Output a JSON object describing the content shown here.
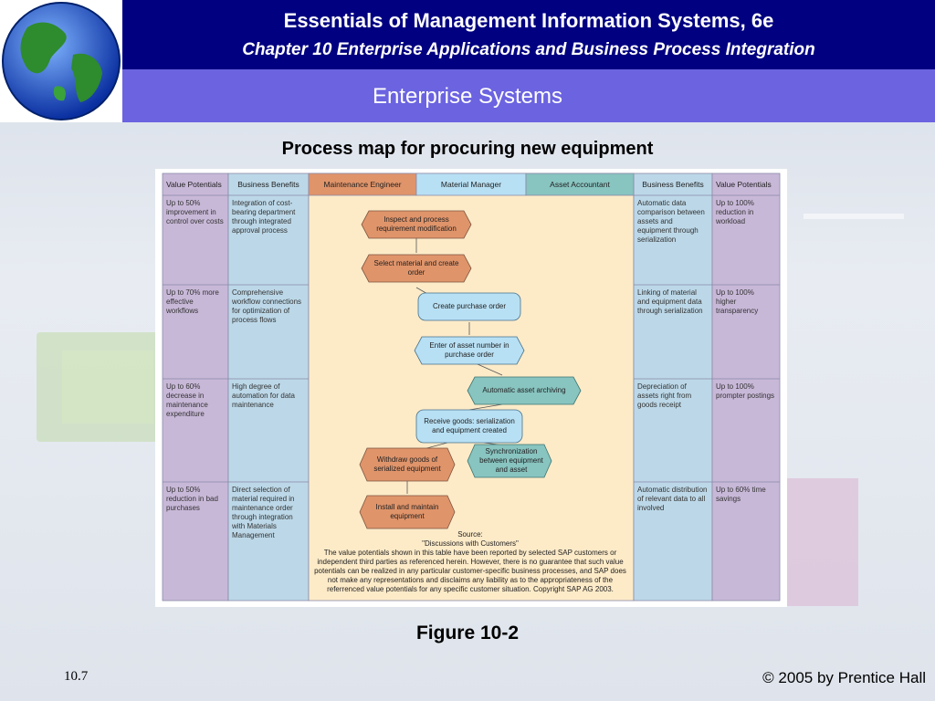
{
  "header": {
    "title": "Essentials of Management Information Systems, 6e",
    "subtitle": "Chapter 10 Enterprise Applications and Business Process Integration",
    "section": "Enterprise Systems"
  },
  "figure": {
    "heading": "Process map for procuring new equipment",
    "caption": "Figure 10-2",
    "columns": {
      "left_value": "Value Potentials",
      "left_benefit": "Business Benefits",
      "maintenance": "Maintenance Engineer",
      "material": "Material Manager",
      "asset": "Asset Accountant",
      "right_benefit": "Business Benefits",
      "right_value": "Value Potentials"
    },
    "rows": [
      {
        "left_value": "Up to 50% improvement in control over costs",
        "left_benefit": "Integration of cost-bearing department through integrated approval process",
        "right_benefit": "Automatic data comparison between assets and equipment through serialization",
        "right_value": "Up to 100% reduction in workload"
      },
      {
        "left_value": "Up to 70% more effective workflows",
        "left_benefit": "Comprehensive workflow connections for optimization of process flows",
        "right_benefit": "Linking of material and equipment data through serialization",
        "right_value": "Up to 100% higher transparency"
      },
      {
        "left_value": "Up to 60% decrease in maintenance expenditure",
        "left_benefit": "High degree of automation for data maintenance",
        "right_benefit": "Depreciation of assets right from goods receipt",
        "right_value": "Up to 100% prompter postings"
      },
      {
        "left_value": "Up to 50% reduction in bad purchases",
        "left_benefit": "Direct selection of material required in maintenance order through integration with Materials Management",
        "right_benefit": "Automatic distribution of relevant data to all involved",
        "right_value": "Up to 60% time savings"
      }
    ],
    "steps": {
      "s1": "Inspect and process requirement modification",
      "s2": "Select material and create order",
      "s3": "Create purchase order",
      "s4": "Enter of asset number in purchase order",
      "s5": "Automatic asset archiving",
      "s6": "Receive goods: serialization and equipment created",
      "s7": "Withdraw goods of serialized equipment",
      "s8": "Synchronization between equipment and asset",
      "s9": "Install and maintain equipment"
    },
    "source": "Source:\n\"Discussions with Customers\"\nThe value potentials shown in this table have been reported by selected SAP customers or independent third parties as referenced herein. However, there is no guarantee that such value potentials can be realized in any particular customer-specific business processes, and SAP does not make any representations and disclaims any liability as to the appropriateness of the referrenced value potentials for any specific customer situation. Copyright SAP AG 2003."
  },
  "footer": {
    "slide_number": "10.7",
    "copyright": "© 2005 by Prentice Hall"
  },
  "colors": {
    "header_bg": "#000080",
    "subheader_bg": "#6b63e0",
    "value_col": "#c8b8d8",
    "benefit_col": "#bcd8e8",
    "center_col": "#fdebc8",
    "maint_shape": "#e0946a",
    "material_shape": "#b8e0f4",
    "asset_shape": "#88c4c0"
  }
}
